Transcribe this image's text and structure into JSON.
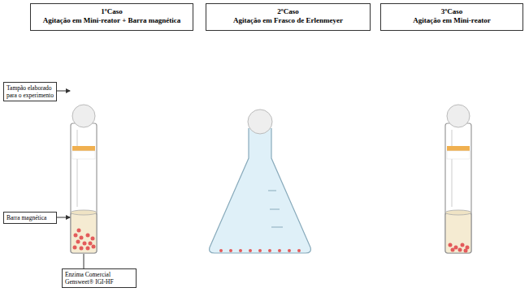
{
  "diagram": {
    "nodes": [
      {
        "text": [
          "1ºCaso",
          "Agitação em Mini-reator + Barra magnética"
        ]
      },
      {
        "text": [
          "2ºCaso",
          "Agitação em Frasco de Erlenmeyer"
        ]
      },
      {
        "text": [
          "3ºCaso",
          "Agitação em Mini-reator"
        ]
      },
      {
        "text": [
          "Tampão elaborado para o experimento"
        ]
      },
      {
        "text": [
          "Barra magnética"
        ]
      },
      {
        "text": [
          "Enzima Comercial Gensweet® IGI-HF"
        ]
      }
    ]
  }
}
